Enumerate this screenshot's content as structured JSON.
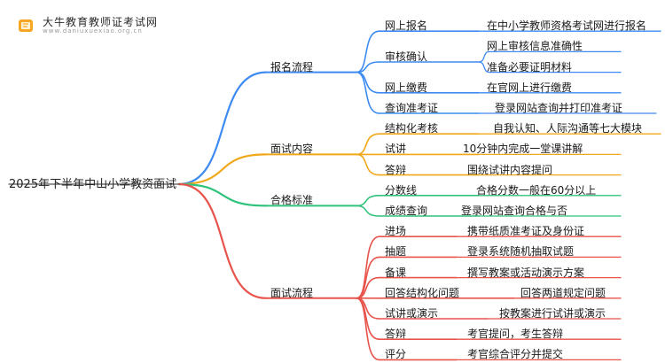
{
  "watermark": {
    "title": "大牛教育教师证考试网",
    "url": "www.daniuxuexiao.org.cn"
  },
  "root": "2025年下半年中山小学教资面试",
  "colors": {
    "branch1": "#3d8bf2",
    "branch2": "#f0a818",
    "branch3": "#31c27c",
    "branch4": "#e8534b"
  },
  "branches": [
    {
      "label": "报名流程",
      "items": [
        {
          "label": "网上报名",
          "details": [
            "在中小学教师资格考试网进行报名"
          ]
        },
        {
          "label": "审核确认",
          "details": [
            "网上审核信息准确性",
            "准备必要证明材料"
          ]
        },
        {
          "label": "网上缴费",
          "details": [
            "在官网上进行缴费"
          ]
        },
        {
          "label": "查询准考证",
          "details": [
            "登录网站查询并打印准考证"
          ]
        }
      ]
    },
    {
      "label": "面试内容",
      "items": [
        {
          "label": "结构化考核",
          "details": [
            "自我认知、人际沟通等七大模块"
          ]
        },
        {
          "label": "试讲",
          "details": [
            "10分钟内完成一堂课讲解"
          ]
        },
        {
          "label": "答辩",
          "details": [
            "围绕试讲内容提问"
          ]
        }
      ]
    },
    {
      "label": "合格标准",
      "items": [
        {
          "label": "分数线",
          "details": [
            "合格分数一般在60分以上"
          ]
        },
        {
          "label": "成绩查询",
          "details": [
            "登录网站查询合格与否"
          ]
        }
      ]
    },
    {
      "label": "面试流程",
      "items": [
        {
          "label": "进场",
          "details": [
            "携带纸质准考证及身份证"
          ]
        },
        {
          "label": "抽题",
          "details": [
            "登录系统随机抽取试题"
          ]
        },
        {
          "label": "备课",
          "details": [
            "撰写教案或活动演示方案"
          ]
        },
        {
          "label": "回答结构化问题",
          "details": [
            "回答两道规定问题"
          ]
        },
        {
          "label": "试讲或演示",
          "details": [
            "按教案进行试讲或演示"
          ]
        },
        {
          "label": "答辩",
          "details": [
            "考官提问，考生答辩"
          ]
        },
        {
          "label": "评分",
          "details": [
            "考官综合评分并提交"
          ]
        }
      ]
    }
  ]
}
